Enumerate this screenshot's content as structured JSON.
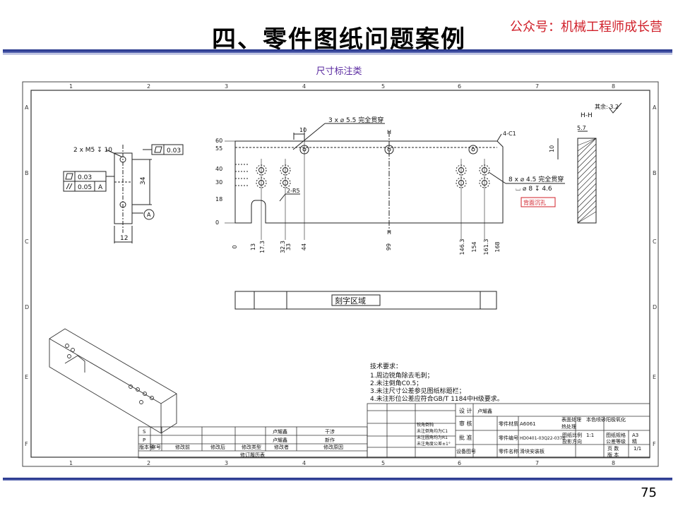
{
  "header": {
    "title": "四、零件图纸问题案例",
    "brand": "公众号：机械工程师成长营",
    "subtitle": "尺寸标注类"
  },
  "footer": {
    "page_number": "75"
  },
  "drawing": {
    "zone_cols": [
      "1",
      "2",
      "3",
      "4",
      "5",
      "6",
      "7",
      "8"
    ],
    "zone_rows": [
      "A",
      "B",
      "C",
      "D",
      "E",
      "F"
    ],
    "side_view": {
      "thread": "2 x M5",
      "thread_depth": "10",
      "flatness": "0.03",
      "gdt1_val": "0.03",
      "gdt2_val": "0.05",
      "gdt2_ref": "A",
      "datum": "A",
      "dim_height": "34",
      "dim_width": "12"
    },
    "front_view": {
      "hole_note1": "3 x ⌀ 5.5 完全贯穿",
      "dim_10": "10",
      "chamfer": "4-C1",
      "section_mark": "H",
      "radius": "2-R5",
      "hole_note2": "8 x ⌀ 4.5 完全贯穿",
      "counterbore": "⌴ ⌀ 8 ↧ 4.6",
      "red_note": "背面沉孔",
      "y_labels": [
        "60",
        "55",
        "40",
        "30",
        "18",
        "0"
      ],
      "x_labels": [
        "0",
        "13",
        "17.3",
        "32.3",
        "33",
        "44",
        "99",
        "146.3",
        "154",
        "161.3",
        "168"
      ]
    },
    "section_view": {
      "title": "H-H",
      "rough_prefix": "其余:",
      "rough_val": "3.2",
      "dim_w": "5.7",
      "dim_h": "10"
    },
    "engrave_label": "刻字区域",
    "tech_req": {
      "title": "技术要求：",
      "lines": [
        "1.周边锐角除去毛刺；",
        "2.未注倒角C0.5；",
        "3.未注尺寸公差参见图纸标题栏；",
        "4.未注形位公差应符合GB/T 1184中H级要求。"
      ]
    },
    "title_block": {
      "design": "设 计",
      "designer": "卢耀鑫",
      "review": "审 核",
      "approve": "批 准",
      "drawing_type": "设备图号",
      "material_label": "零件材质",
      "material": "A6061",
      "part_no_label": "零件编号",
      "part_no": "HD0401-03Q22-037B",
      "part_name_label": "零件名称",
      "part_name": "滑块安装板",
      "surface_label": "表面处理",
      "surface": "本色喷砂阳极氧化",
      "heat_label": "热处理",
      "scale_label": "图纸比例",
      "scale": "1:1",
      "size_label": "图纸规格",
      "size": "A3",
      "proj_label": "投影方向",
      "tol_label": "公差等级",
      "tol": "精",
      "page_label": "页 数",
      "page": "1/1",
      "ver_label": "版 本",
      "chamfer_notes": [
        "锐角倒钝",
        "未注倒角均为C1",
        "未注圆角均为R1",
        "未注角度公差±1°"
      ]
    },
    "revision_block": {
      "headers": [
        "版本号",
        "序号",
        "修改前",
        "修改后",
        "修改类型",
        "修改者",
        "修改原因"
      ],
      "row_s": "S",
      "row_p": "P",
      "cell1": "卢耀鑫",
      "cell2": "干涉",
      "cell3": "卢耀鑫",
      "cell4": "新作",
      "footer": "修订履历表"
    }
  }
}
